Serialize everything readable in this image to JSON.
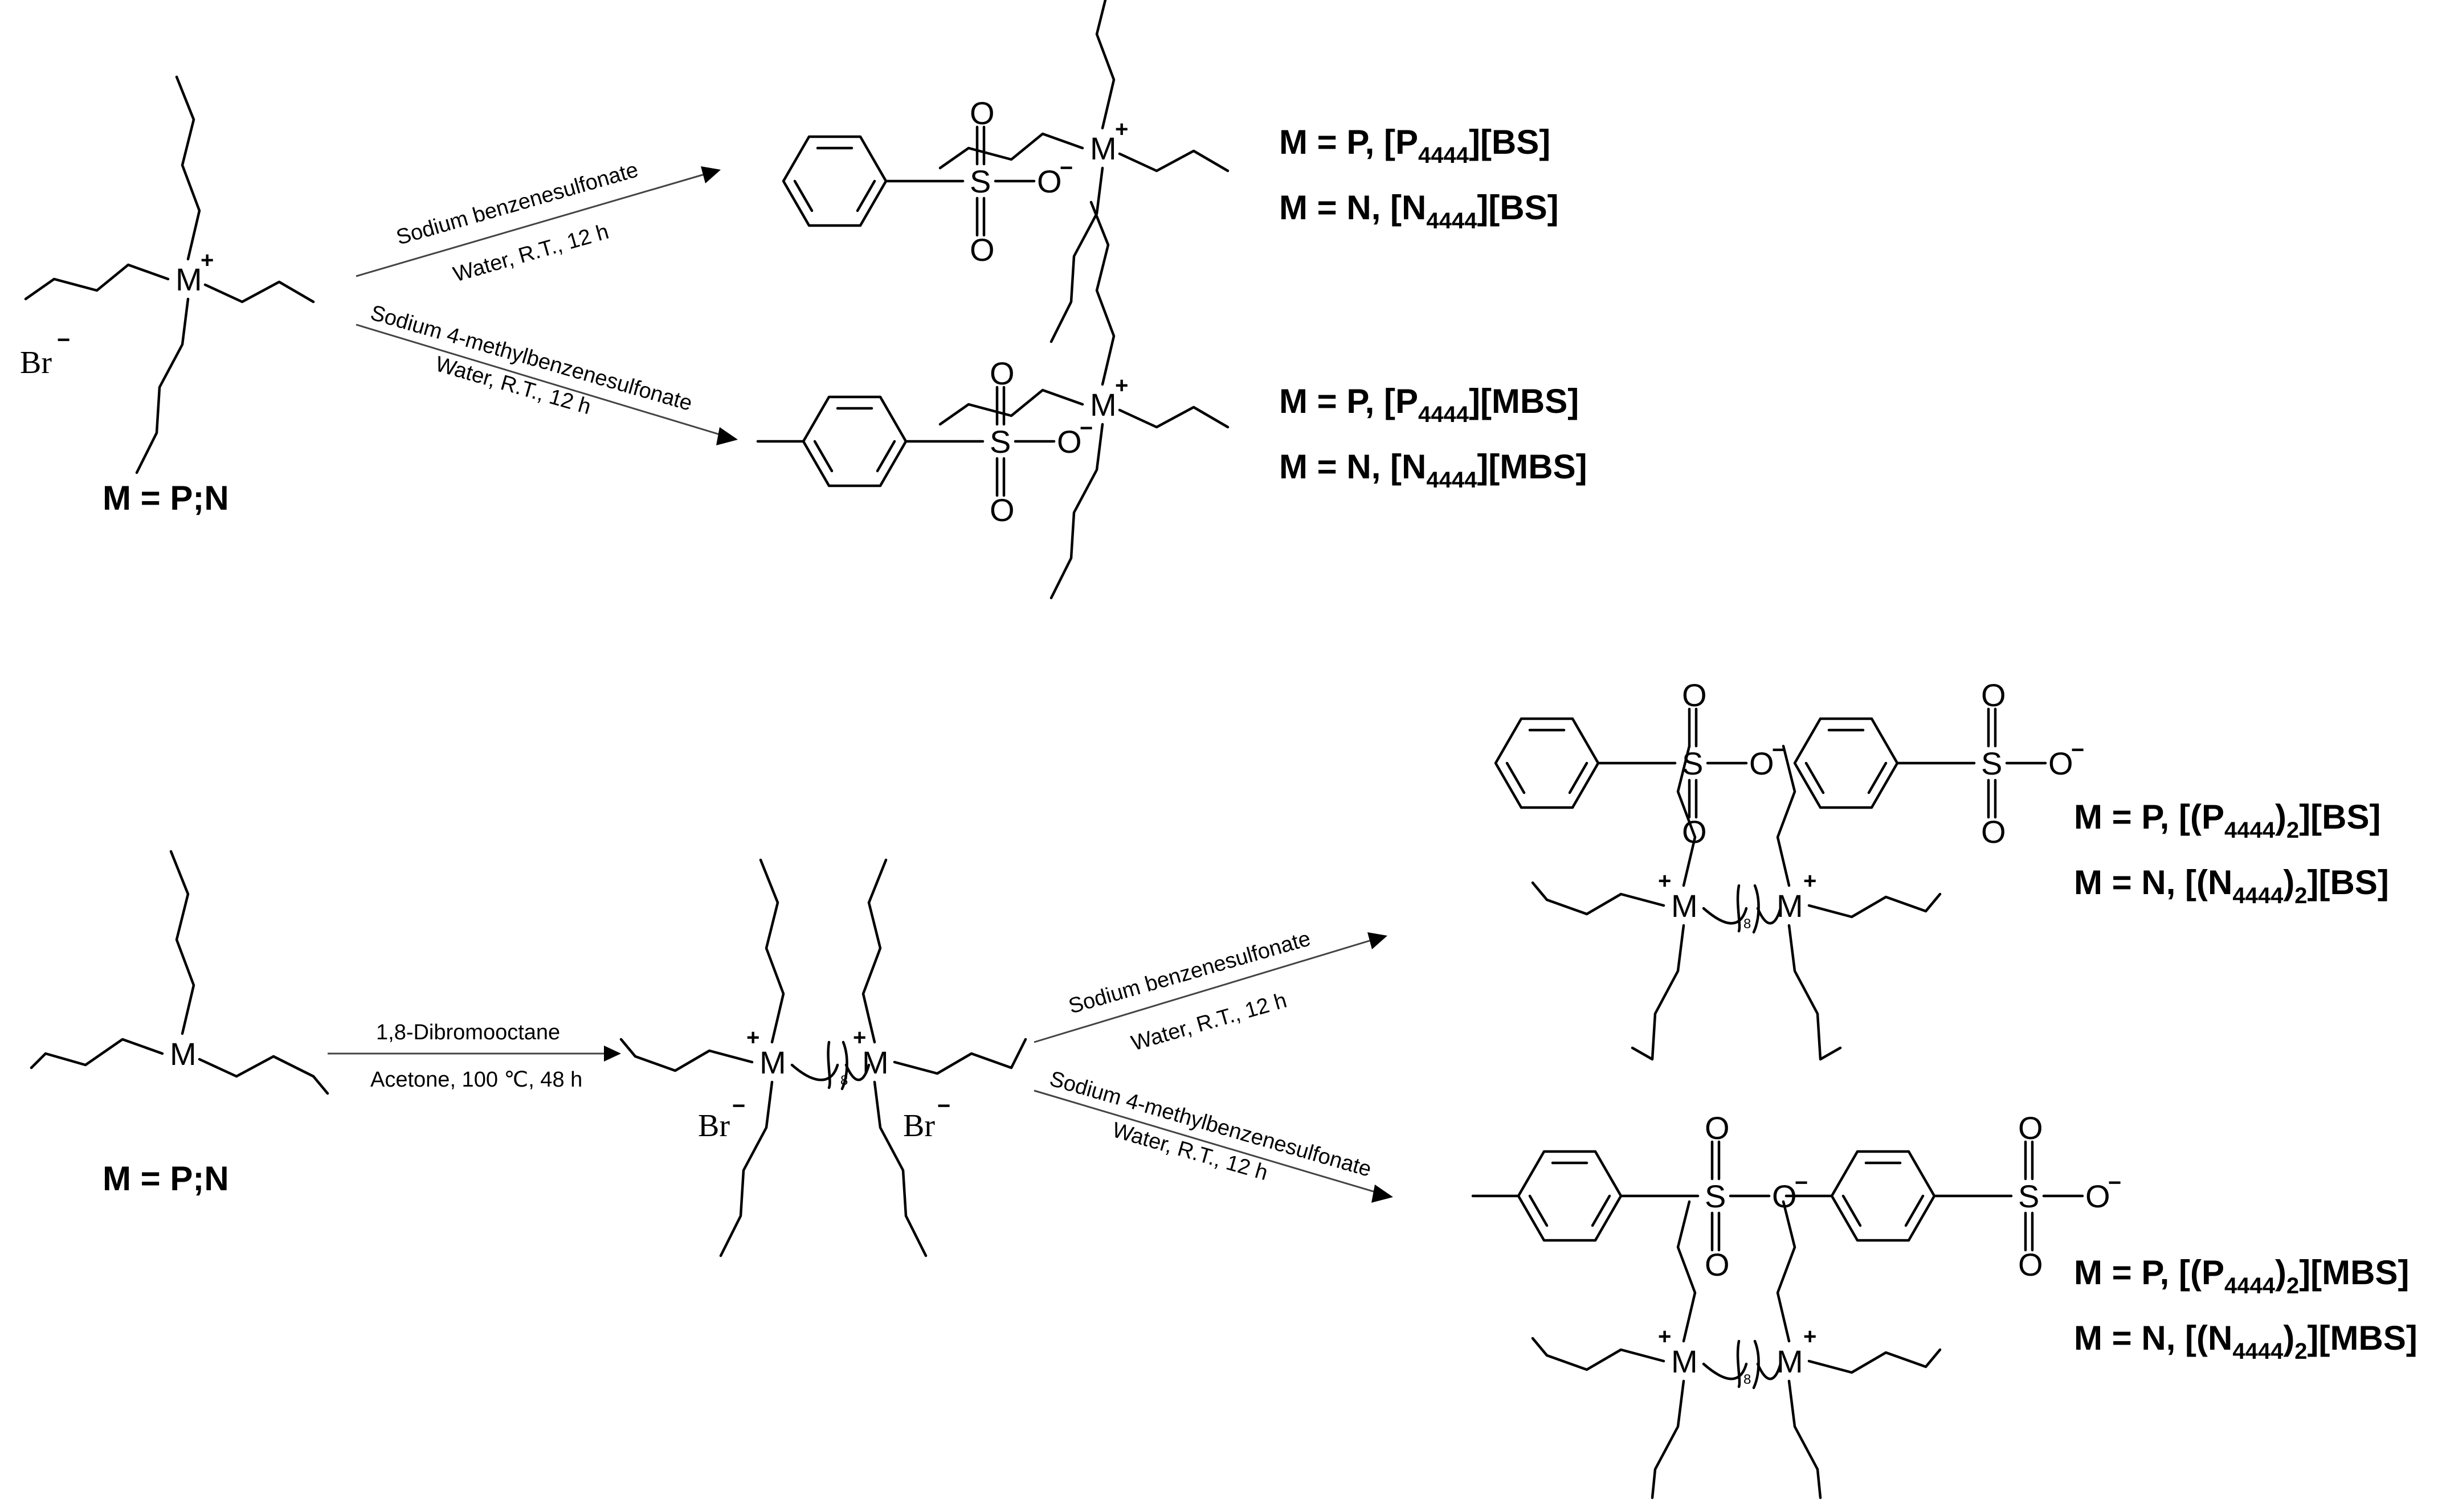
{
  "atoms": {
    "metal": "M",
    "plus": "+",
    "bromide": "Br",
    "minus": "−",
    "sulfur": "S",
    "oxygen": "O",
    "oxide": "O",
    "chain_index": "8"
  },
  "reactant_labels": {
    "top": "M = P;N",
    "bottom": "M = P;N"
  },
  "reactions": {
    "top_bs": {
      "reagent": "Sodium benzenesulfonate",
      "conditions": "Water, R.T., 12 h"
    },
    "top_mbs": {
      "reagent": "Sodium 4-methylbenzenesulfonate",
      "conditions": "Water, R.T., 12 h"
    },
    "quaternization": {
      "reagent": "1,8-Dibromooctane",
      "conditions": "Acetone, 100 ℃, 48 h"
    },
    "bottom_bs": {
      "reagent": "Sodium benzenesulfonate",
      "conditions": "Water, R.T., 12 h"
    },
    "bottom_mbs": {
      "reagent": "Sodium 4-methylbenzenesulfonate",
      "conditions": "Water, R.T., 12 h"
    }
  },
  "products": {
    "p4444_bs": {
      "pre": "M = P, [P",
      "sub": "4444",
      "post": "][BS]"
    },
    "n4444_bs": {
      "pre": "M = N, [N",
      "sub": "4444",
      "post": "][BS]"
    },
    "p4444_mbs": {
      "pre": "M = P, [P",
      "sub": "4444",
      "post": "][MBS]"
    },
    "n4444_mbs": {
      "pre": "M = N, [N",
      "sub": "4444",
      "post": "][MBS]"
    },
    "p4444_2_bs": {
      "pre": "M = P, [(P",
      "sub": "4444",
      "mid": ")",
      "sub2": "2",
      "post": "][BS]"
    },
    "n4444_2_bs": {
      "pre": "M = N, [(N",
      "sub": "4444",
      "mid": ")",
      "sub2": "2",
      "post": "][BS]"
    },
    "p4444_2_mbs": {
      "pre": "M = P, [(P",
      "sub": "4444",
      "mid": ")",
      "sub2": "2",
      "post": "][MBS]"
    },
    "n4444_2_mbs": {
      "pre": "M = N, [(N",
      "sub": "4444",
      "mid": ")",
      "sub2": "2",
      "post": "][MBS]"
    }
  }
}
